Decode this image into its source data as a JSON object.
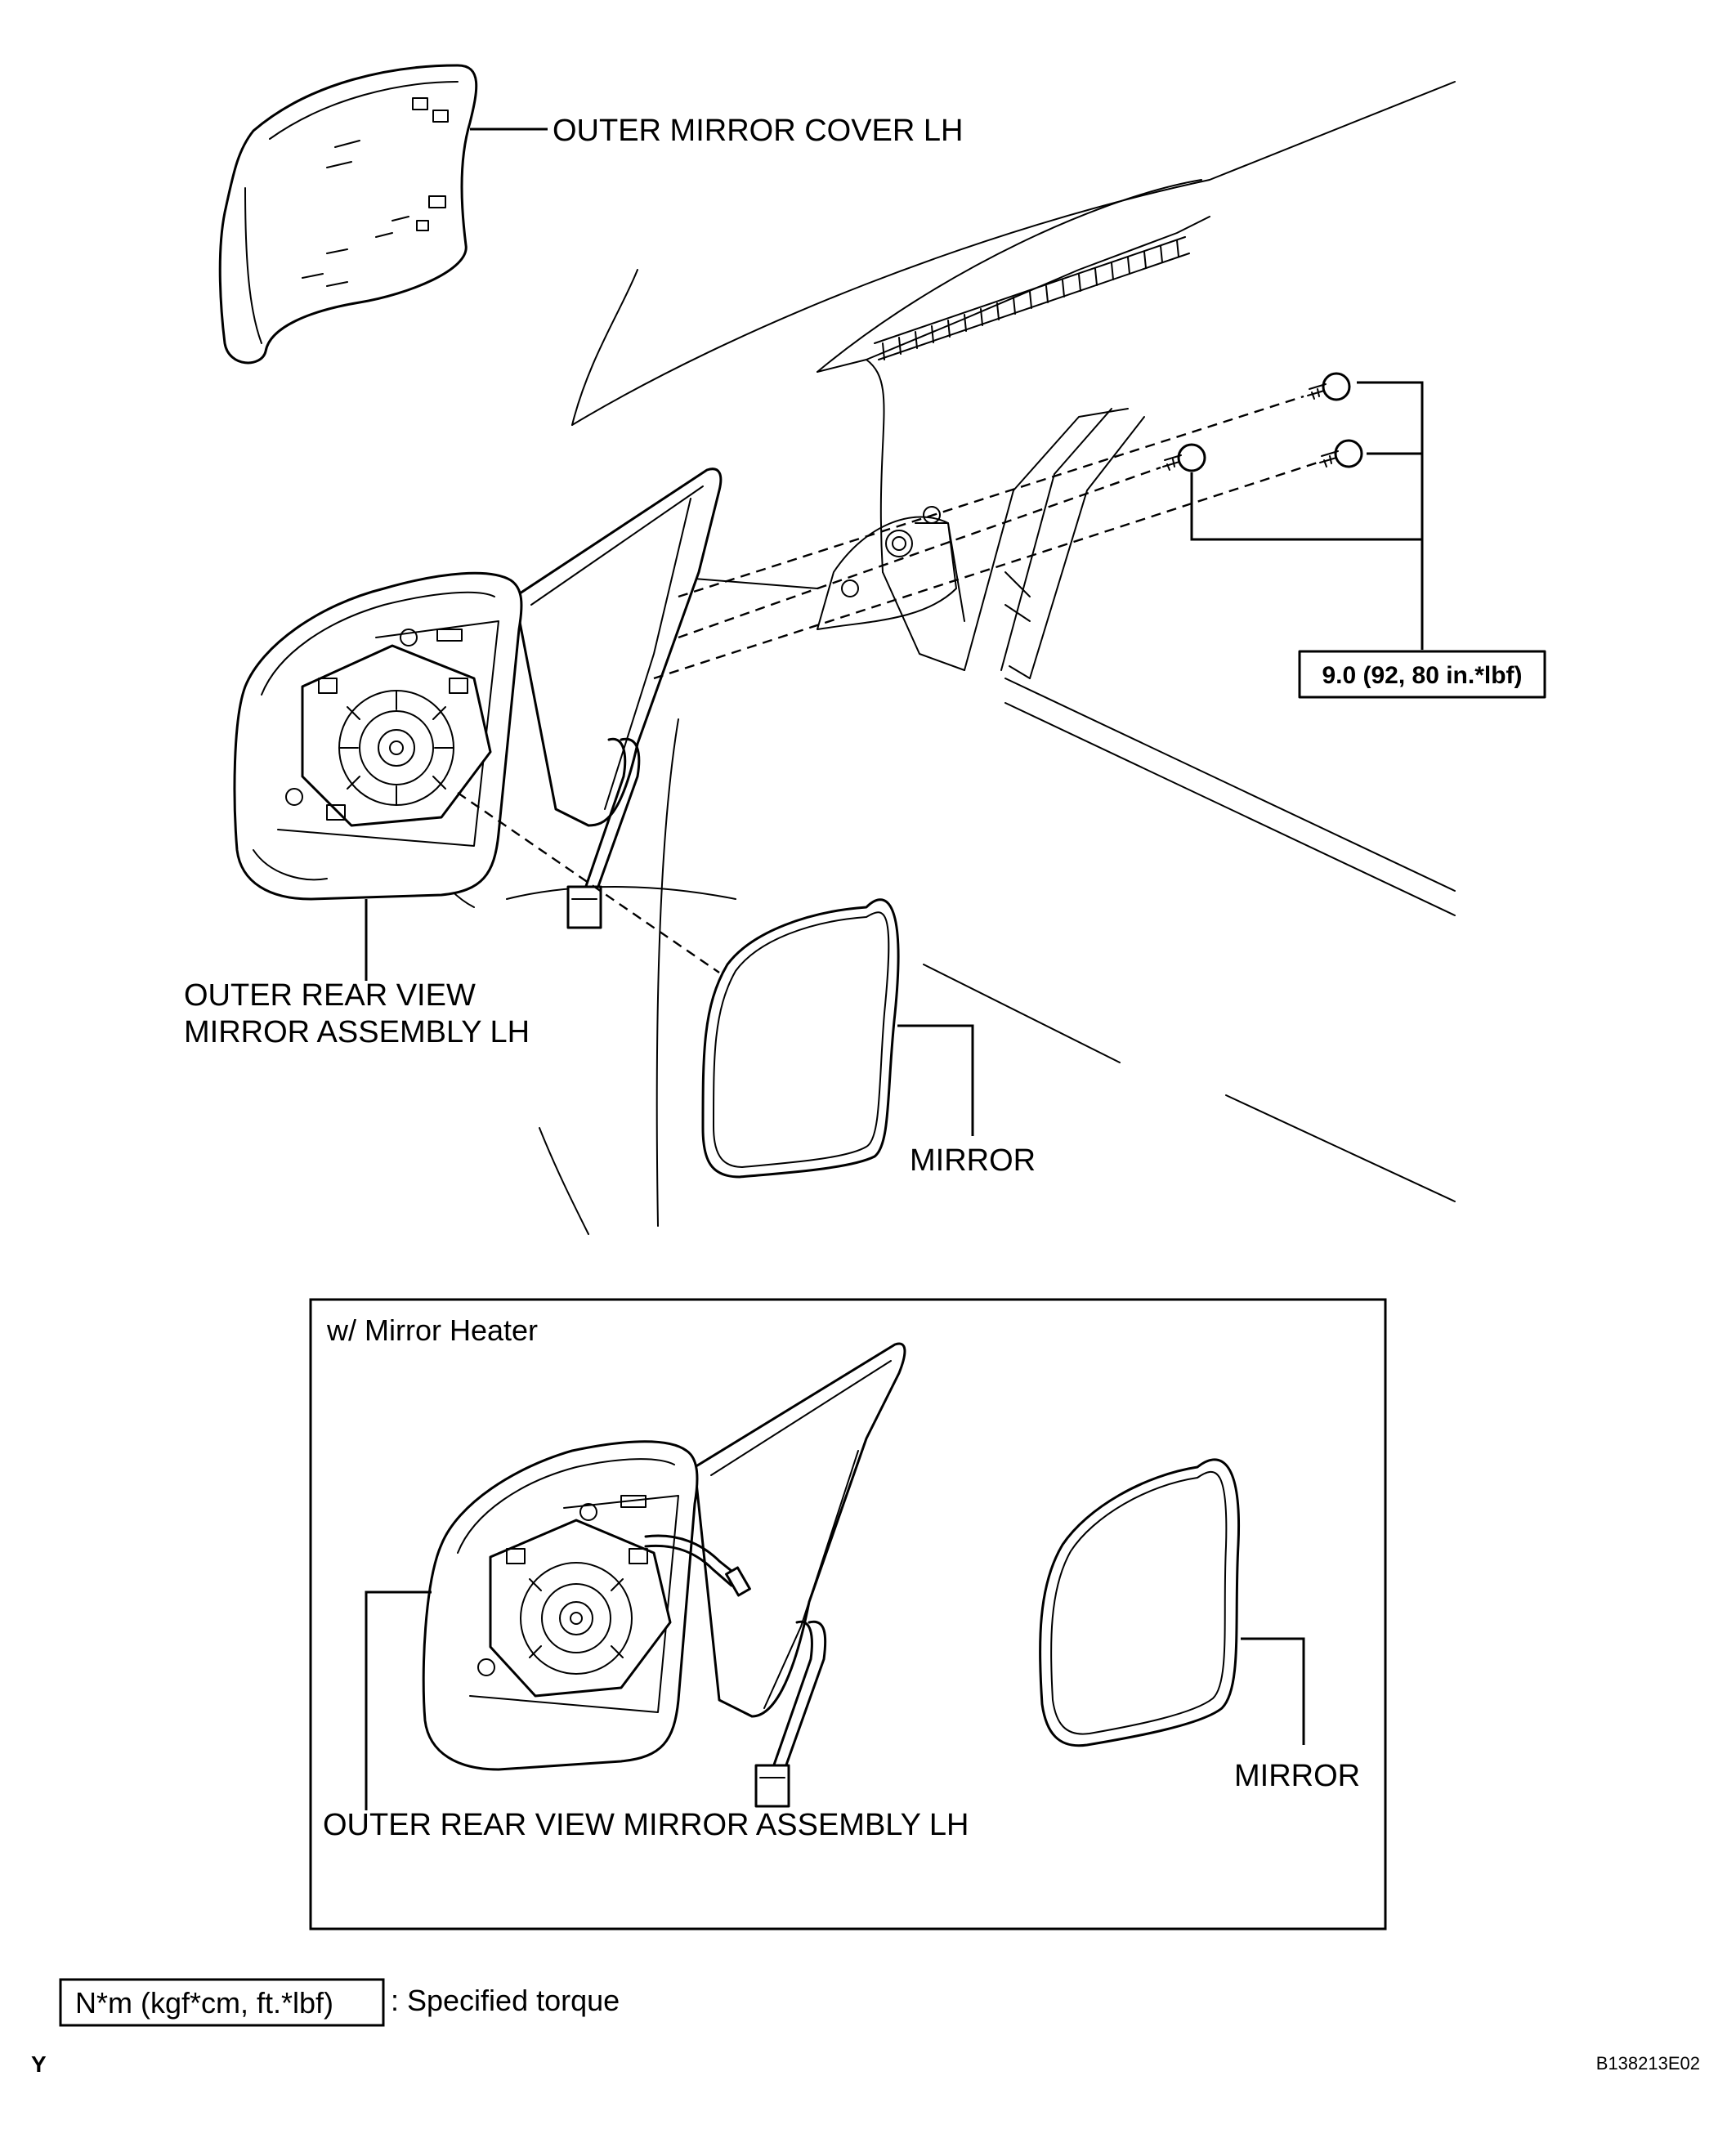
{
  "labels": {
    "outer_mirror_cover": "OUTER MIRROR COVER LH",
    "assembly_line1": "OUTER REAR VIEW",
    "assembly_line2": "MIRROR ASSEMBLY LH",
    "mirror_top": "MIRROR",
    "torque_value": "9.0 (92, 80 in.*lbf)",
    "inset_title": "w/ Mirror Heater",
    "inset_assembly": "OUTER REAR VIEW MIRROR ASSEMBLY LH",
    "mirror_inset": "MIRROR"
  },
  "legend": {
    "box_text": "N*m (kgf*cm, ft.*lbf)",
    "description": ": Specified torque"
  },
  "footer": {
    "left_code": "Y",
    "figure_code": "B138213E02"
  }
}
